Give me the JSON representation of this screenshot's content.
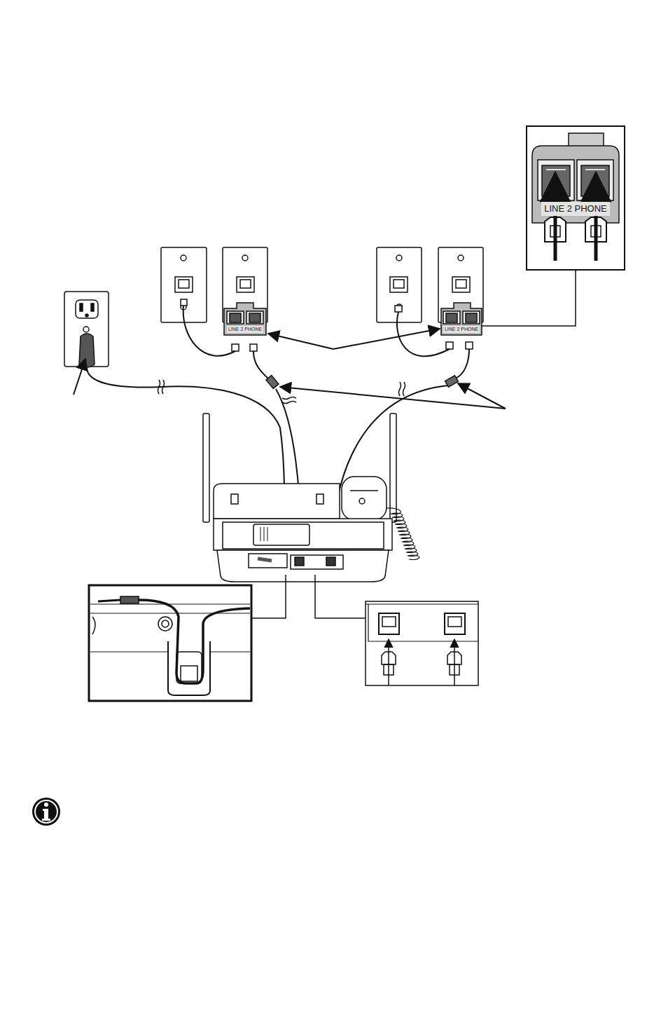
{
  "diagram": {
    "nodes": [
      {
        "text": [
          "LINE 2 PHONE"
        ]
      },
      {
        "text": [
          "LINE 2 PHONE"
        ]
      },
      {
        "text": [
          "LINE 2 PHONE"
        ]
      }
    ],
    "edges": [
      {
        "from": 2,
        "to": 1,
        "arrow": "none"
      }
    ]
  }
}
